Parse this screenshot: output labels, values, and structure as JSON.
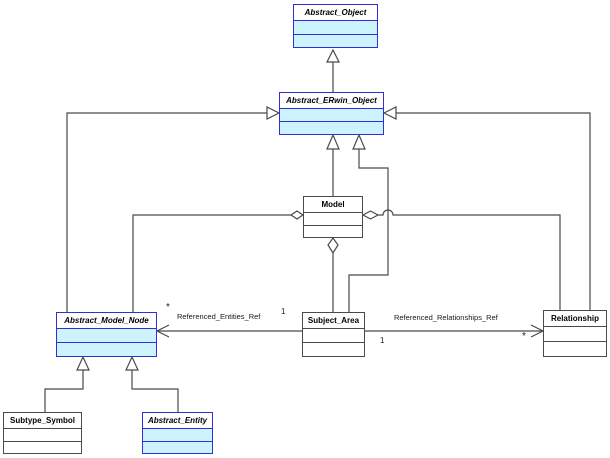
{
  "diagram": {
    "kind": "uml-class-diagram",
    "background": "#FFFFFF"
  },
  "colors": {
    "highlight_fill": "#CDF3FF",
    "highlight_border": "#3030D6",
    "plain_fill": "#FFFFFF",
    "plain_border": "#4A4A4A",
    "line": "#4A4A4A",
    "text": "#000000"
  },
  "classes": [
    {
      "name": "Abstract_Object",
      "abstract": true,
      "highlighted": true
    },
    {
      "name": "Abstract_ERwin_Object",
      "abstract": true,
      "highlighted": true
    },
    {
      "name": "Model",
      "abstract": false,
      "highlighted": false
    },
    {
      "name": "Abstract_Model_Node",
      "abstract": true,
      "highlighted": true
    },
    {
      "name": "Subject_Area",
      "abstract": false,
      "highlighted": false
    },
    {
      "name": "Relationship",
      "abstract": false,
      "highlighted": false
    },
    {
      "name": "Subtype_Symbol",
      "abstract": false,
      "highlighted": false
    },
    {
      "name": "Abstract_Entity",
      "abstract": true,
      "highlighted": true
    }
  ],
  "generalizations": [
    {
      "child": "Abstract_ERwin_Object",
      "parent": "Abstract_Object"
    },
    {
      "child": "Abstract_Model_Node",
      "parent": "Abstract_ERwin_Object"
    },
    {
      "child": "Model",
      "parent": "Abstract_ERwin_Object"
    },
    {
      "child": "Subject_Area",
      "parent": "Abstract_ERwin_Object"
    },
    {
      "child": "Relationship",
      "parent": "Abstract_ERwin_Object"
    },
    {
      "child": "Subtype_Symbol",
      "parent": "Abstract_Model_Node"
    },
    {
      "child": "Abstract_Entity",
      "parent": "Abstract_Model_Node"
    }
  ],
  "aggregations": [
    {
      "whole": "Model",
      "part": "Abstract_Model_Node"
    },
    {
      "whole": "Model",
      "part": "Subject_Area"
    },
    {
      "whole": "Model",
      "part": "Relationship"
    }
  ],
  "associations": [
    {
      "label": "Referenced_Entities_Ref",
      "source": "Subject_Area",
      "target": "Abstract_Model_Node",
      "source_multiplicity": "1",
      "target_multiplicity": "*"
    },
    {
      "label": "Referenced_Relationships_Ref",
      "source": "Subject_Area",
      "target": "Relationship",
      "source_multiplicity": "1",
      "target_multiplicity": "*"
    }
  ]
}
